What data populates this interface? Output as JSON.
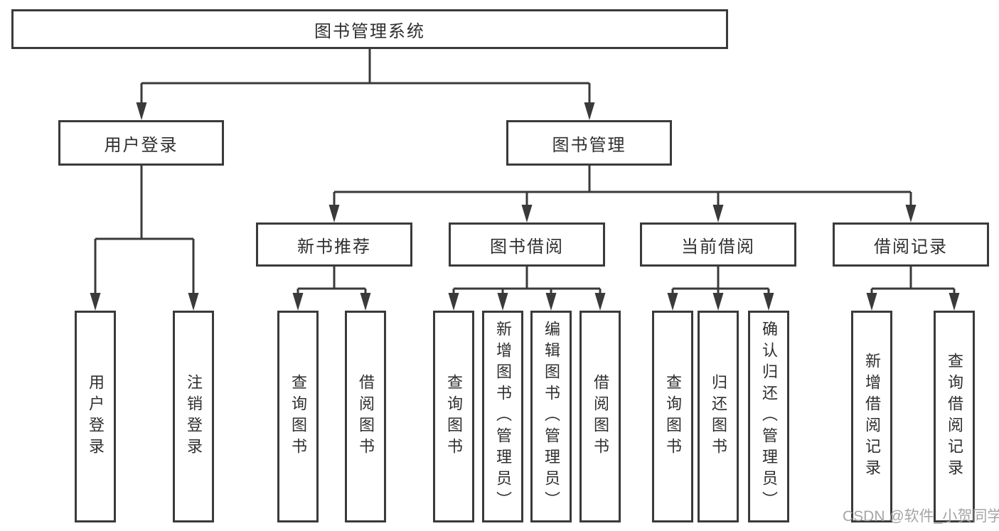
{
  "page": {
    "background": "#ffffff"
  },
  "colors": {
    "line": "#3a3a3a",
    "box_border": "#3a3a3a",
    "text": "#2f2f2f",
    "watermark": "#9e9e9e"
  },
  "watermark": "CSDN @软件_小贺同学",
  "nodes": {
    "root": "图书管理系统",
    "user_login": "用户登录",
    "book_management": "图书管理",
    "new_book_recommend": "新书推荐",
    "book_borrow": "图书借阅",
    "current_borrow": "当前借阅",
    "borrow_record": "借阅记录",
    "leaf_user_login": "用户登录",
    "leaf_logout": "注销登录",
    "leaf_recommend_query_book": "查询图书",
    "leaf_recommend_borrow_book": "借阅图书",
    "leaf_borrow_query_book": "查询图书",
    "leaf_borrow_add_book": "新增图书（管理员）",
    "leaf_borrow_edit_book": "编辑图书（管理员）",
    "leaf_borrow_borrow_book": "借阅图书",
    "leaf_current_query_book": "查询图书",
    "leaf_current_return_book": "归还图书",
    "leaf_current_confirm_return": "确认归还（管理员）",
    "leaf_record_add": "新增借阅记录",
    "leaf_record_query": "查询借阅记录"
  },
  "hierarchy": {
    "图书管理系统": {
      "用户登录": [
        "用户登录",
        "注销登录"
      ],
      "图书管理": {
        "新书推荐": [
          "查询图书",
          "借阅图书"
        ],
        "图书借阅": [
          "查询图书",
          "新增图书（管理员）",
          "编辑图书（管理员）",
          "借阅图书"
        ],
        "当前借阅": [
          "查询图书",
          "归还图书",
          "确认归还（管理员）"
        ],
        "借阅记录": [
          "新增借阅记录",
          "查询借阅记录"
        ]
      }
    }
  }
}
